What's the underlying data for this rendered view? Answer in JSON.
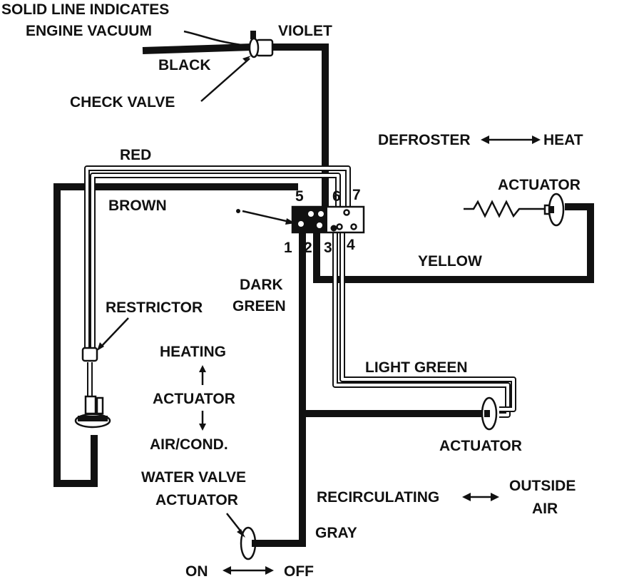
{
  "labels": {
    "legend_line1": "SOLID LINE INDICATES",
    "legend_line2": "ENGINE VACUUM",
    "violet": "VIOLET",
    "black": "BLACK",
    "check_valve": "CHECK VALVE",
    "defroster": "DEFROSTER",
    "heat": "HEAT",
    "red": "RED",
    "actuator_top": "ACTUATOR",
    "brown": "BROWN",
    "port_5": "5",
    "port_6": "6",
    "port_7": "7",
    "port_1": "1",
    "port_2": "2",
    "port_3": "3",
    "port_4": "4",
    "yellow": "YELLOW",
    "dark_green_1": "DARK",
    "dark_green_2": "GREEN",
    "restrictor": "RESTRICTOR",
    "heating": "HEATING",
    "actuator_mid": "ACTUATOR",
    "light_green": "LIGHT GREEN",
    "air_cond": "AIR/COND.",
    "actuator_right": "ACTUATOR",
    "water_valve_1": "WATER VALVE",
    "water_valve_2": "ACTUATOR",
    "recirculating": "RECIRCULATING",
    "outside_1": "OUTSIDE",
    "outside_2": "AIR",
    "gray": "GRAY",
    "on": "ON",
    "off": "OFF"
  },
  "colors": {
    "line": "#111111",
    "background": "#ffffff"
  }
}
